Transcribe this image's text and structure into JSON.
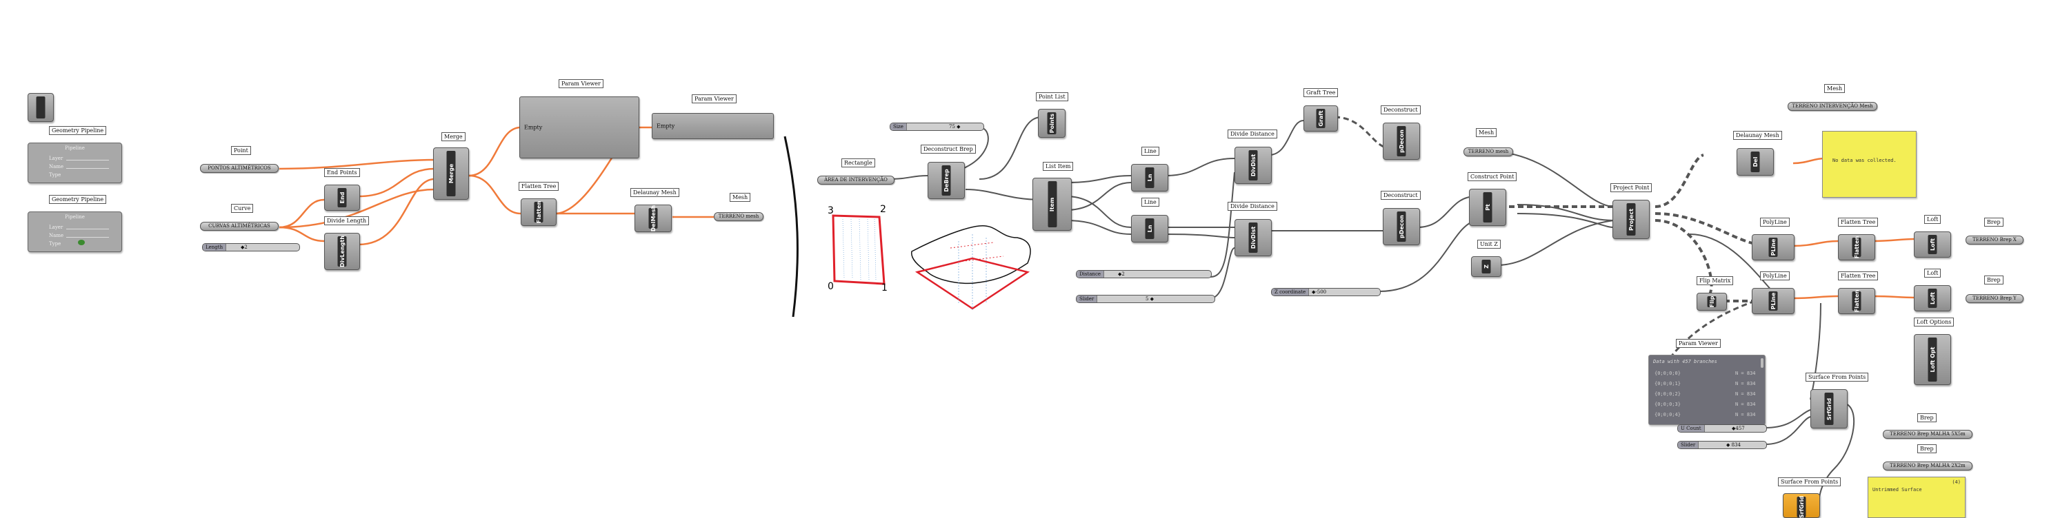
{
  "labels": {
    "geometry_pipeline_1": "Geometry Pipeline",
    "geometry_pipeline_2": "Geometry Pipeline",
    "point": "Point",
    "curve": "Curve",
    "end_points": "End Points",
    "divide_length": "Divide Length",
    "merge": "Merge",
    "param_viewer_1": "Param Viewer",
    "param_viewer_2": "Param Viewer",
    "flatten_tree_1": "Flatten Tree",
    "delaunay_mesh_1": "Delaunay Mesh",
    "mesh_1": "Mesh",
    "rectangle": "Rectangle",
    "deconstruct_brep": "Deconstruct Brep",
    "point_list": "Point List",
    "list_item": "List Item",
    "line_1": "Line",
    "line_2": "Line",
    "divide_distance_1": "Divide Distance",
    "divide_distance_2": "Divide Distance",
    "graft_tree": "Graft Tree",
    "deconstruct_1": "Deconstruct",
    "deconstruct_2": "Deconstruct",
    "mesh_2": "Mesh",
    "construct_point": "Construct Point",
    "unit_z": "Unit Z",
    "project_point": "Project Point",
    "mesh_3": "Mesh",
    "delaunay_mesh_2": "Delaunay Mesh",
    "polyline_1": "PolyLine",
    "flatten_tree_2": "Flatten Tree",
    "loft_1": "Loft",
    "brep_1": "Brep",
    "flip_matrix": "Flip Matrix",
    "polyline_2": "PolyLine",
    "flatten_tree_3": "Flatten Tree",
    "loft_2": "Loft",
    "brep_2": "Brep",
    "loft_options": "Loft Options",
    "param_viewer_3": "Param Viewer",
    "surface_from_points_1": "Surface From Points",
    "brep_3": "Brep",
    "brep_4": "Brep",
    "surface_from_points_2": "Surface From Points"
  },
  "pipelines": [
    {
      "title": "Pipeline",
      "rows": [
        "Layer",
        "Name",
        "Type"
      ]
    },
    {
      "title": "Pipeline",
      "rows": [
        "Layer",
        "Name",
        "Type"
      ]
    }
  ],
  "params": {
    "pontos": "PONTOS ALTIMÉTRICOS",
    "curvas": "CURVAS ALTIMÉTRICAS",
    "area": "ÁREA DE INTERVENÇÃO",
    "terreno_mesh": "TERRENO mesh",
    "terreno_intervencao_mesh": "TERRENO INTERVENÇÃO Mesh",
    "terreno_mesh_small": "TERRENO mesh",
    "brep_x": "TERRENO Brep X",
    "brep_y": "TERRENO Brep Y",
    "brep_malha_5": "TERRENO Brep MALHA 5X5m",
    "brep_malha_2": "TERRENO Brep MALHA 2X2m"
  },
  "sliders": {
    "length": {
      "name": "Length",
      "value": "◆2"
    },
    "size": {
      "name": "Size",
      "value": "75 ◆"
    },
    "distance": {
      "name": "Distance",
      "value": "◆2"
    },
    "slider": {
      "name": "Slider",
      "value": "5 ◆"
    },
    "zcoord": {
      "name": "Z coordinate",
      "value": "◆-500"
    },
    "ucount": {
      "name": "U Count",
      "value": "◆457"
    },
    "slider2": {
      "name": "Slider",
      "value": "◆ 834"
    }
  },
  "components": {
    "end": "End",
    "divlength": "DivLength",
    "merge": "Merge",
    "flatten1": "Flatten",
    "delmesh1": "DelMesh",
    "debrep": "DeBrep",
    "points": "Points",
    "item": "Item",
    "ln1": "Ln",
    "ln2": "Ln",
    "divdist1": "DivDist",
    "divdist2": "DivDist",
    "graft": "Graft",
    "pdecon1": "pDecon",
    "pdecon2": "pDecon",
    "pt": "Pt",
    "unitz": "Z",
    "project": "Project",
    "delmesh2": "Del",
    "pline1": "PLine",
    "flatten2": "Flatten",
    "loft1": "Loft",
    "flip": "Flip",
    "pline2": "PLine",
    "flatten3": "Flatten",
    "loft2": "Loft",
    "loftopt": "Loft Opt",
    "srfgrid": "SrfGrid",
    "srfgrid2": "SrfGrid"
  },
  "viewers": {
    "empty1": "Empty",
    "empty2": "Empty"
  },
  "panels": {
    "no_data": "No data was collected.",
    "data_header": "Data with 457 branches",
    "data_rows": [
      {
        "path": "{0;0;0;0}",
        "value": "N = 834"
      },
      {
        "path": "{0;0;0;1}",
        "value": "N = 834"
      },
      {
        "path": "{0;0;0;2}",
        "value": "N = 834"
      },
      {
        "path": "{0;0;0;3}",
        "value": "N = 834"
      },
      {
        "path": "{0;0;0;4}",
        "value": "N = 834"
      }
    ],
    "untrimmed": "Untrimmed Surface",
    "untrimmed_count": "(4)"
  },
  "sketch": {
    "corner_3": "3",
    "corner_2": "2",
    "corner_0": "0",
    "corner_1": "1"
  },
  "colors": {
    "orange_wire": "#f07a3a",
    "grey_wire": "#555555",
    "panel_yellow": "#f3ee55",
    "panel_grey": "#6f6f78",
    "sketch_red": "#e0202a"
  }
}
